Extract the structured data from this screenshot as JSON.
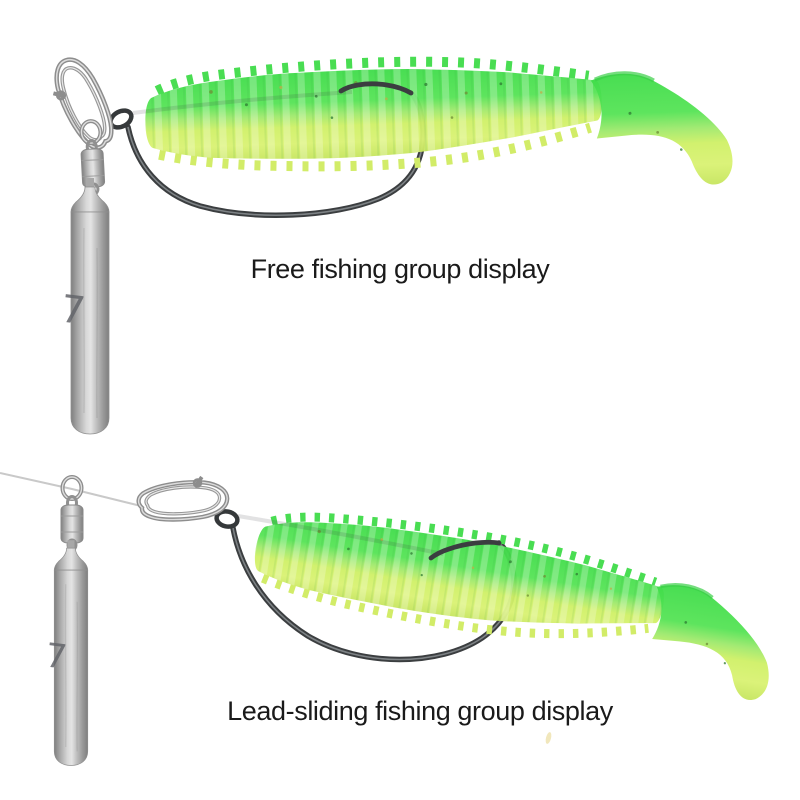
{
  "image": {
    "type": "fishing-rig-product-photo",
    "background": "#ffffff"
  },
  "weight_marking": "7",
  "figures": [
    {
      "id": "free-rig",
      "caption": "Free fishing group display"
    },
    {
      "id": "lead-sliding-rig",
      "caption": "Lead-sliding fishing group display"
    }
  ],
  "colors": {
    "lure_back": "#44e04c",
    "lure_belly": "#d4ef66",
    "hook": "#3b3e40",
    "metal": "#b9b9b9",
    "line": "#c9c9c9",
    "text": "#1a1a1a"
  }
}
